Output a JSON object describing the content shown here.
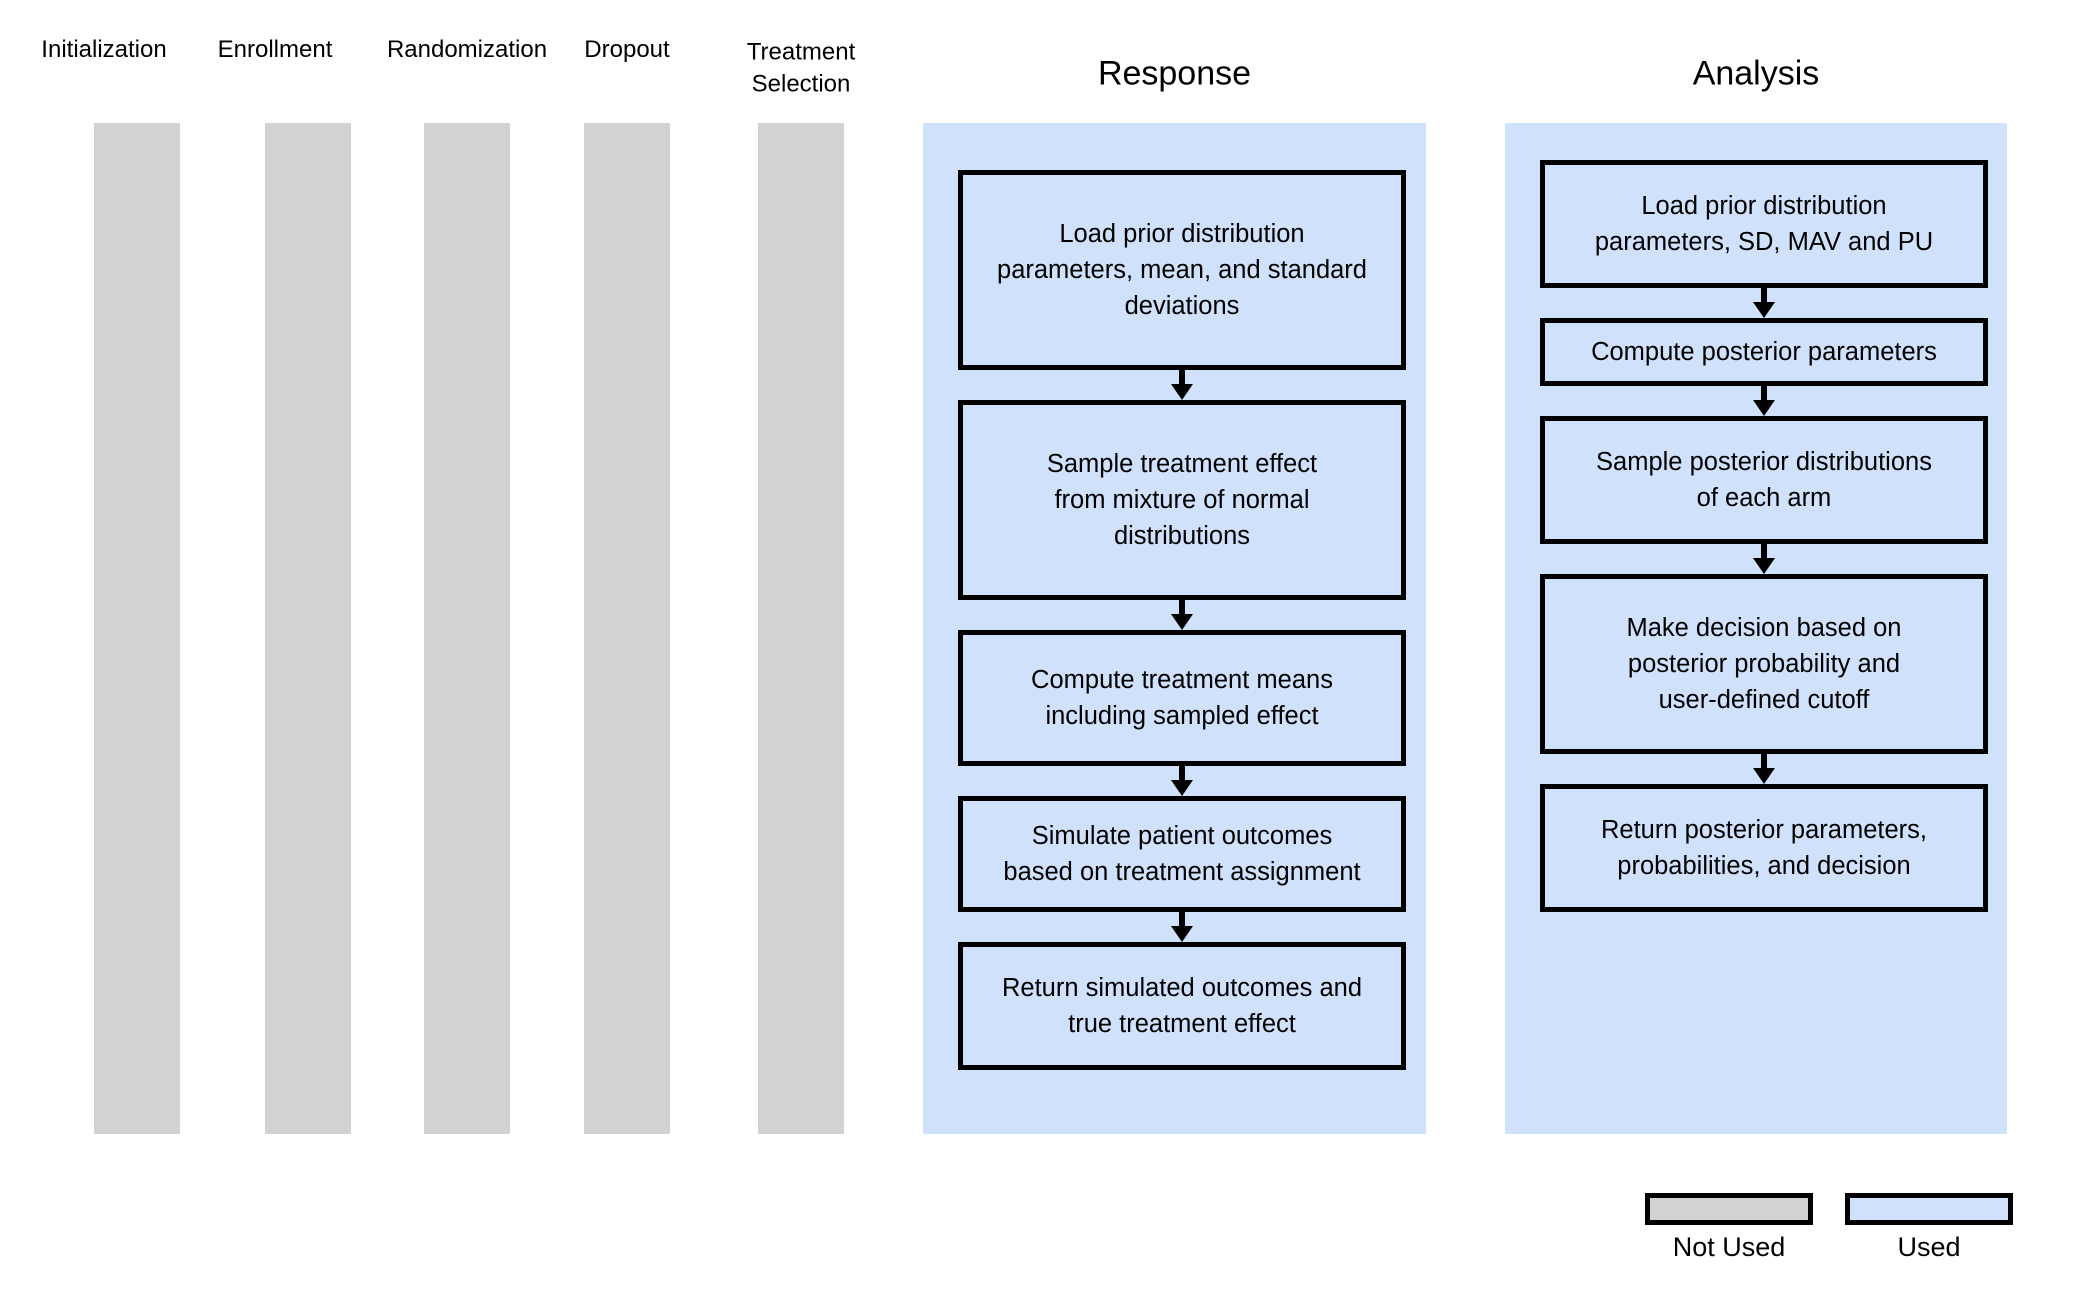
{
  "figure": {
    "background_color": "#ffffff",
    "used_color": "#d0e1fc",
    "not_used_color": "#d2d2d2",
    "border_color": "#000000"
  },
  "stages_not_used": [
    {
      "label": "Initialization"
    },
    {
      "label": "Enrollment"
    },
    {
      "label": "Randomization"
    },
    {
      "label": "Dropout"
    },
    {
      "label": "Treatment\nSelection"
    }
  ],
  "panels": [
    {
      "title": "Response",
      "steps": [
        {
          "text": "Load prior distribution\nparameters, mean, and standard\ndeviations"
        },
        {
          "text": "Sample treatment effect\nfrom mixture of normal\ndistributions"
        },
        {
          "text": "Compute treatment means\nincluding sampled effect"
        },
        {
          "text": "Simulate patient outcomes\nbased on treatment assignment"
        },
        {
          "text": "Return simulated outcomes and\ntrue treatment effect"
        }
      ]
    },
    {
      "title": "Analysis",
      "steps": [
        {
          "text": "Load prior distribution\nparameters, SD, MAV and PU"
        },
        {
          "text": "Compute posterior parameters"
        },
        {
          "text": "Sample posterior distributions\nof each arm"
        },
        {
          "text": "Make decision based on\nposterior probability and\nuser-defined cutoff"
        },
        {
          "text": "Return posterior parameters,\nprobabilities, and decision"
        }
      ]
    }
  ],
  "legend": {
    "items": [
      {
        "label": "Not Used",
        "color": "#d2d2d2"
      },
      {
        "label": "Used",
        "color": "#d0e1fc"
      }
    ]
  }
}
